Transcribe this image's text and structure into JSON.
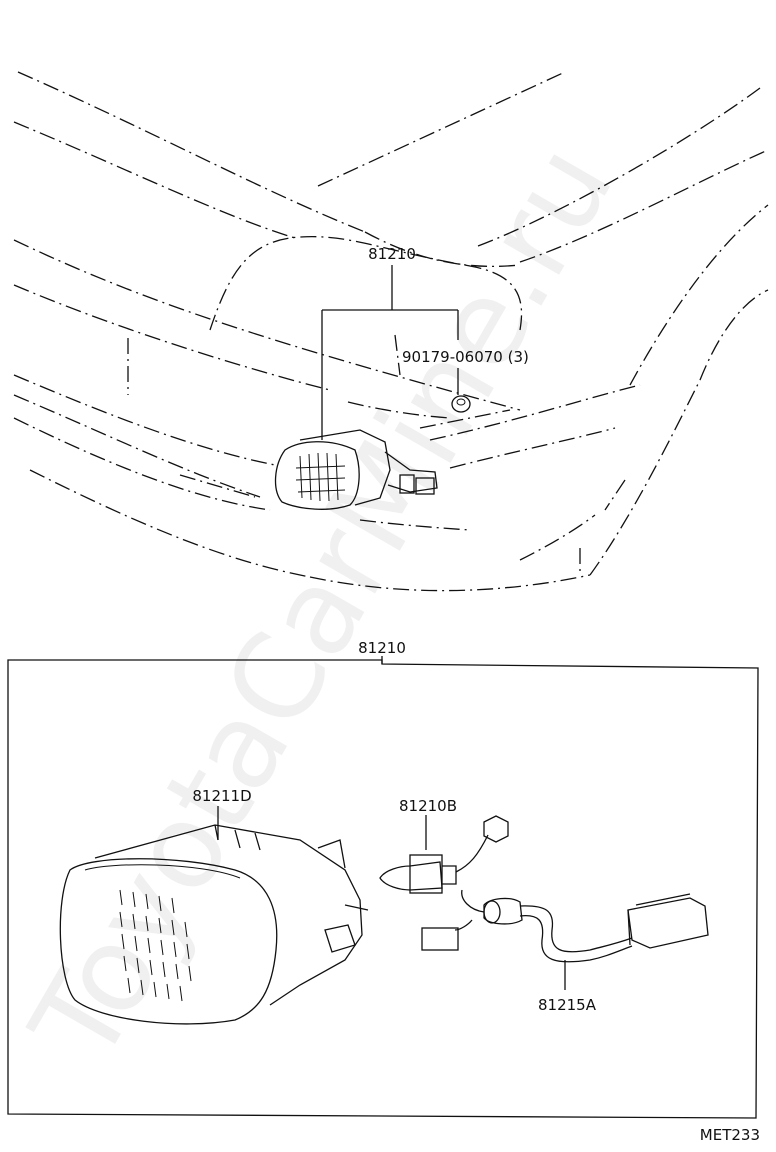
{
  "labels": {
    "assembly_top": "81210",
    "bolt": "90179-06070 (3)",
    "assembly_box": "81210",
    "lamp_unit": "81211D",
    "bulb": "81210B",
    "wire": "81215A",
    "figure_code": "MET233"
  },
  "watermark": "ToyotaCarMine.ru"
}
